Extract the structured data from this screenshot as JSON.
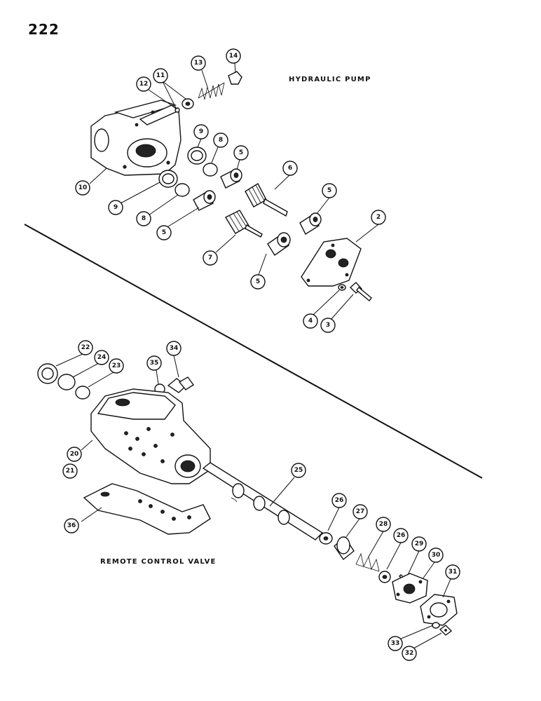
{
  "page_number": "222",
  "sections": {
    "pump": "HYDRAULIC PUMP",
    "valve": "REMOTE CONTROL VALVE"
  },
  "callouts": [
    {
      "id": "c14",
      "label": "14"
    },
    {
      "id": "c13",
      "label": "13"
    },
    {
      "id": "c12",
      "label": "12"
    },
    {
      "id": "c11",
      "label": "11"
    },
    {
      "id": "c10",
      "label": "10"
    },
    {
      "id": "c9a",
      "label": "9"
    },
    {
      "id": "c9b",
      "label": "9"
    },
    {
      "id": "c8a",
      "label": "8"
    },
    {
      "id": "c8b",
      "label": "8"
    },
    {
      "id": "c5a",
      "label": "5"
    },
    {
      "id": "c5b",
      "label": "5"
    },
    {
      "id": "c5c",
      "label": "5"
    },
    {
      "id": "c5d",
      "label": "5"
    },
    {
      "id": "c6",
      "label": "6"
    },
    {
      "id": "c7",
      "label": "7"
    },
    {
      "id": "c2",
      "label": "2"
    },
    {
      "id": "c4",
      "label": "4"
    },
    {
      "id": "c3",
      "label": "3"
    },
    {
      "id": "c22",
      "label": "22"
    },
    {
      "id": "c24",
      "label": "24"
    },
    {
      "id": "c23",
      "label": "23"
    },
    {
      "id": "c35",
      "label": "35"
    },
    {
      "id": "c34",
      "label": "34"
    },
    {
      "id": "c20",
      "label": "20"
    },
    {
      "id": "c21",
      "label": "21"
    },
    {
      "id": "c36",
      "label": "36"
    },
    {
      "id": "c25",
      "label": "25"
    },
    {
      "id": "c26a",
      "label": "26"
    },
    {
      "id": "c27",
      "label": "27"
    },
    {
      "id": "c28",
      "label": "28"
    },
    {
      "id": "c26b",
      "label": "26"
    },
    {
      "id": "c29",
      "label": "29"
    },
    {
      "id": "c30",
      "label": "30"
    },
    {
      "id": "c31",
      "label": "31"
    },
    {
      "id": "c33",
      "label": "33"
    },
    {
      "id": "c32",
      "label": "32"
    }
  ]
}
